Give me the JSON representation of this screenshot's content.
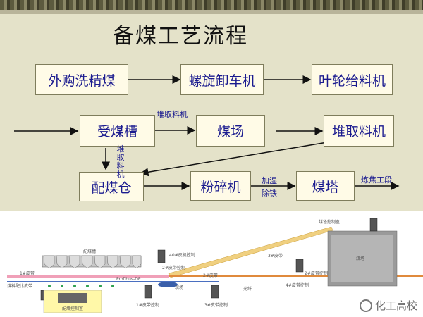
{
  "title": "备煤工艺流程",
  "boxes": {
    "purchase": "外购洗精煤",
    "unloader": "螺旋卸车机",
    "feeder": "叶轮给料机",
    "receiving_trough": "受煤槽",
    "coal_yard": "煤场",
    "stacker_reclaimer": "堆取料机",
    "blending_bin": "配煤仓",
    "crusher": "粉碎机",
    "coal_tower": "煤塔"
  },
  "arrow_labels": {
    "to_yard": "堆取料机",
    "vertical": "堆取料机",
    "humidify": "加湿",
    "iron_removal": "除铁",
    "coking": "炼焦工段"
  },
  "lower_diagram": {
    "blending_bin_label": "配煤槽",
    "tower_label": "煤塔",
    "tower_room_label": "煤塔控制室",
    "control_room_label": "配煤控制室",
    "belt1": "1#皮带",
    "belt_a": "2#皮带",
    "belt_b": "3#皮带",
    "network": "Profibus-DP",
    "switch": "40#皮机控制",
    "cabinet": "2#皮带控制",
    "coal_label": "煤料配比皮带",
    "field_label": "1#皮带控制",
    "field_label2": "2#皮带控制",
    "field_label3": "3#皮带控制",
    "field_label4": "4#皮带控制",
    "optical": "光纤",
    "mid": "现场"
  },
  "watermark": "化工高校",
  "colors": {
    "slide_bg": "#e4e2c9",
    "box_text": "#1b1b8f",
    "box_fill": "#fffbe7",
    "belt": "#f0a0b8",
    "conveyor": "#e08a3c"
  }
}
